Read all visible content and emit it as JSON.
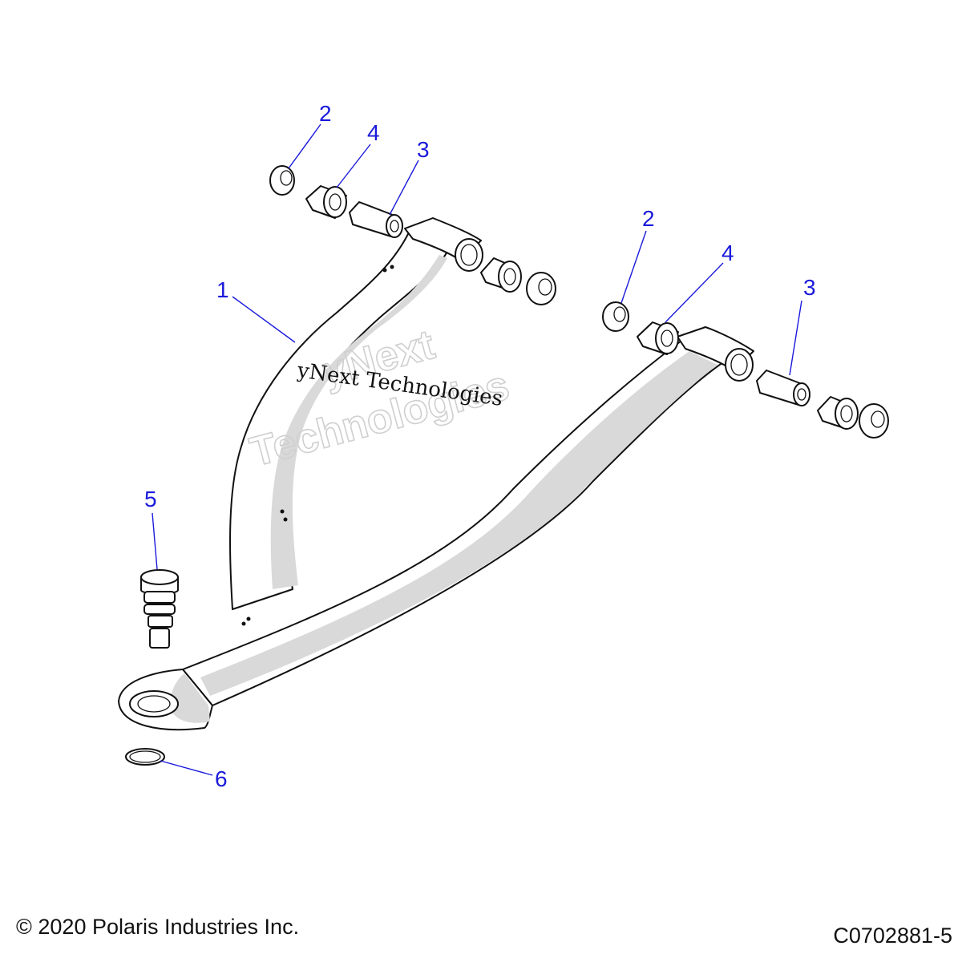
{
  "callouts": {
    "c1": "1",
    "c2a": "2",
    "c4a": "4",
    "c3a": "3",
    "c2b": "2",
    "c4b": "4",
    "c3b": "3",
    "c5": "5",
    "c6": "6"
  },
  "watermark": {
    "line1": "yNext Technologies",
    "line2a": "yNext",
    "line2b": "Technologies"
  },
  "footer": {
    "copyright": "© 2020 Polaris Industries Inc.",
    "figure_id": "C0702881-5"
  },
  "colors": {
    "callout": "#1a1adb",
    "line": "#111111",
    "shade": "#d9d9d9"
  }
}
